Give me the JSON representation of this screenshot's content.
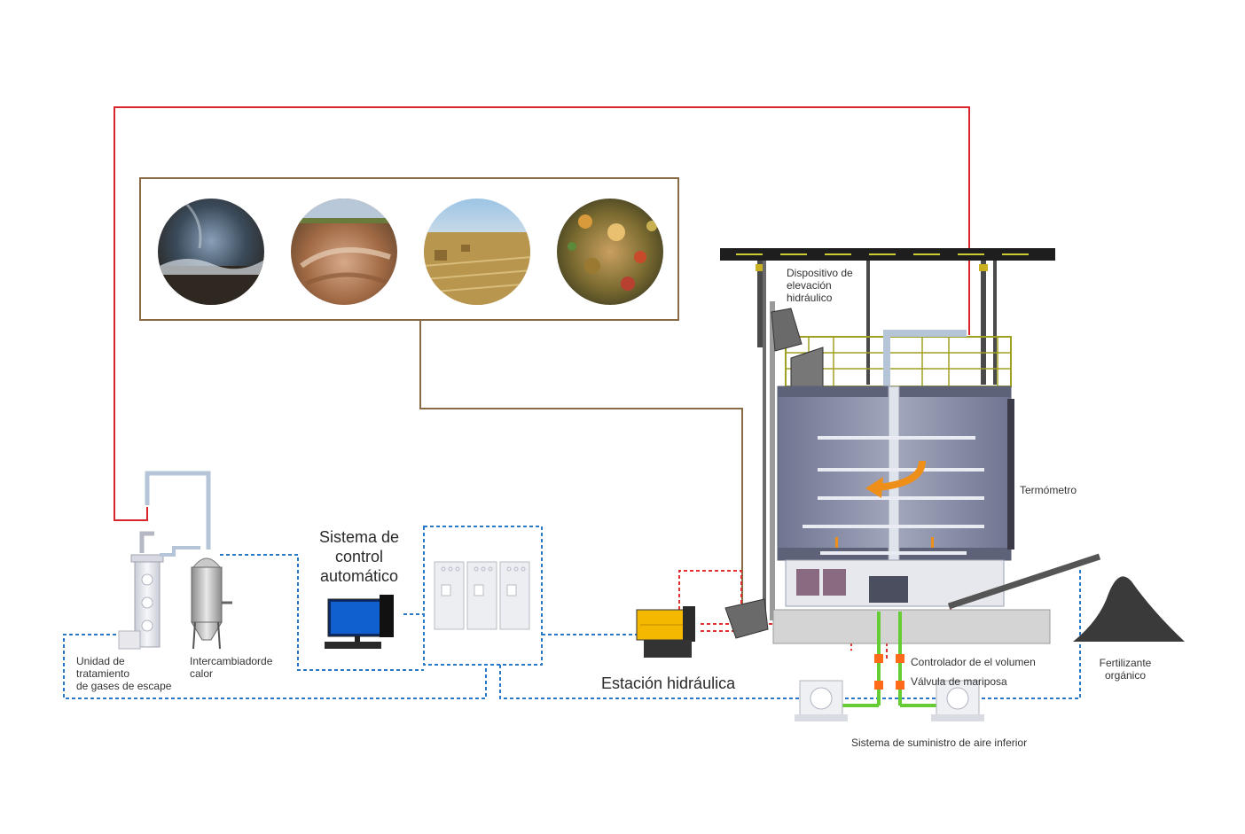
{
  "labels": {
    "lifting_device": [
      "Dispositivo de",
      "elevación",
      "hidráulico"
    ],
    "thermometer": "Termómetro",
    "control_system": [
      "Sistema de",
      "control",
      "automático"
    ],
    "exhaust_unit": [
      "Unidad de",
      "tratamiento",
      "de gases de escape"
    ],
    "heat_exchanger": [
      "Intercambiadorde",
      "calor"
    ],
    "volume_controller": "Controlador de el volumen",
    "butterfly_valve": "Válvula de mariposa",
    "hydraulic_station": "Estación hidráulica",
    "fertilizer": [
      "Fertilizante",
      "orgánico"
    ],
    "air_supply": "Sistema de suministro de aire inferior"
  },
  "raw_material_photos": [
    "livestock-manure-photo",
    "sludge-photo",
    "straw-field-photo",
    "kitchen-waste-photo"
  ],
  "colors": {
    "red_line": "#d8262c",
    "brown_line": "#8a6a45",
    "blue_dotted": "#2a78c8",
    "red_dotted": "#e03030",
    "green_pipe": "#66cc33",
    "orange_valve": "#ff6a1a",
    "tank_body": "#8a8fa8",
    "rail_yellow": "#cccc33",
    "fertilizer": "#3a3a3a"
  }
}
